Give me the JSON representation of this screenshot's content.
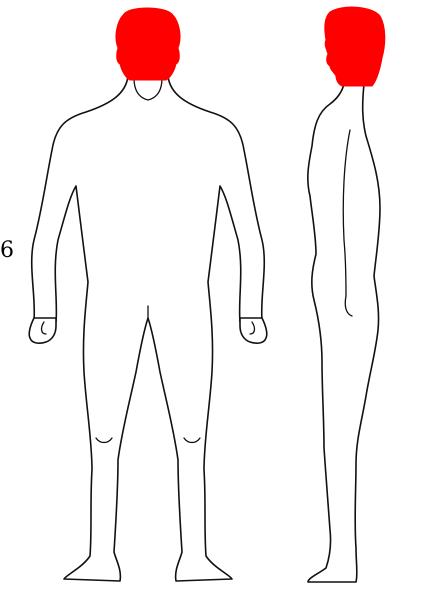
{
  "figure": {
    "edge_label": "6",
    "highlight_color": "#ff0000",
    "highlighted_region": "head",
    "views": [
      {
        "name": "front"
      },
      {
        "name": "side"
      }
    ]
  }
}
